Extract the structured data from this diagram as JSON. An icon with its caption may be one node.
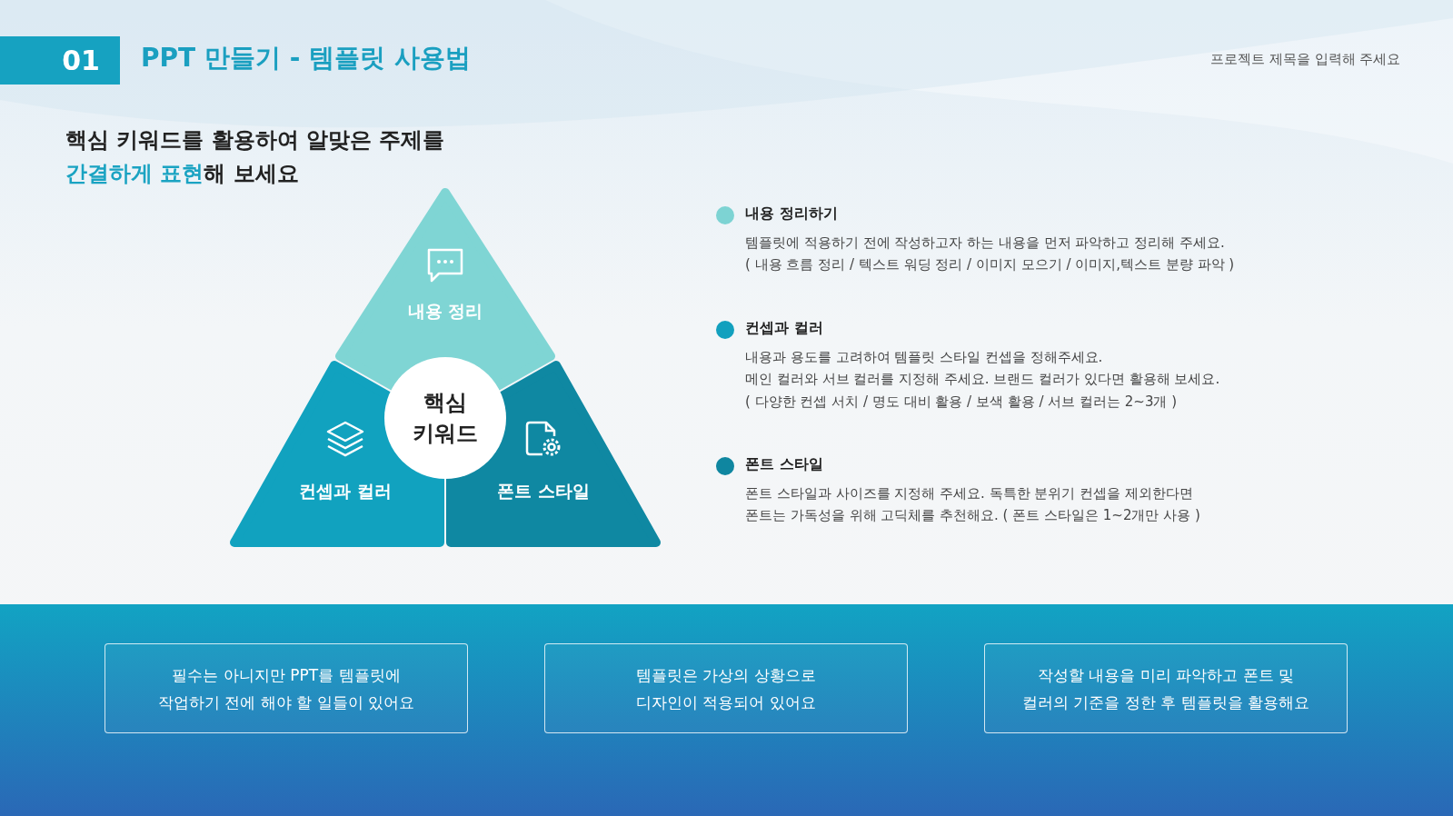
{
  "diagram": {
    "title": "PPT 만들기 - 템플릿 사용법",
    "nodes": [
      {
        "text": [
          "01"
        ]
      },
      {
        "text": [
          "핵심 키워드"
        ]
      },
      {
        "text": [
          "내용 정리"
        ]
      },
      {
        "text": [
          "컨셉과 컬러"
        ]
      },
      {
        "text": [
          "폰트 스타일"
        ]
      },
      {
        "text": [
          "필수는 아니지만 PPT를 템플릿에 작업하기 전에 해야 할 일들이 있어요"
        ]
      },
      {
        "text": [
          "템플릿은 가상의 상황으로 디자인이 적용되어 있어요"
        ]
      },
      {
        "text": [
          "작성할 내용을 미리 파악하고 폰트 및 컬러의 기준을 정한 후 템플릿을 활용해요"
        ]
      }
    ],
    "labels": [
      "프로젝트 제목을 입력해 주세요",
      "핵심 키워드를 활용하여 알맞은 주제를 **간결하게 표현**해 보세요",
      "템플릿에 적용하기 전에 작성하고자 하는 내용을 먼저 파악하고 정리해 주세요.",
      "( 내용 흐름 정리 / 텍스트 워딩 정리 / 이미지 모으기 / 이미지,텍스트 분량 파악 )",
      "내용과 용도를 고려하여 템플릿 스타일 컨셉을 정해주세요.",
      "메인 컬러와 서브 컬러를 지정해 주세요. 브랜드 컬러가 있다면 활용해 보세요.",
      "( 다양한 컨셉 서치 / 명도 대비 활용 / 보색 활용 / 서브 컬러는 2~3개 )",
      "폰트 스타일과 사이즈를 지정해 주세요. 독특한 분위기 컨셉을 제외한다면",
      "폰트는 가독성을 위해 고딕체를 추천해요. ( 폰트 스타일은 1~2개만 사용 )"
    ],
    "legend": [
      {
        "text": "내용 정리하기",
        "color": "#7dd3d3"
      },
      {
        "text": "컨셉과 컬러",
        "color": "#12a0be"
      },
      {
        "text": "폰트 스타일",
        "color": "#0f86a0"
      }
    ]
  }
}
